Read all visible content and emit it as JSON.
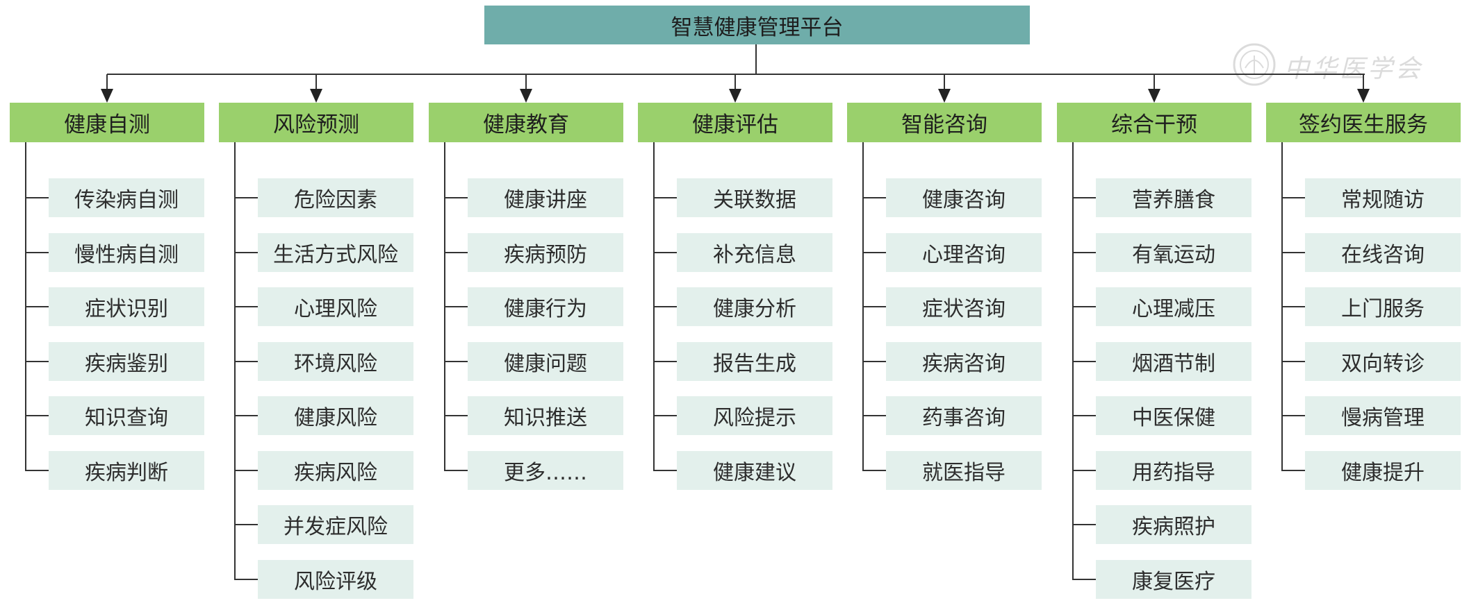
{
  "root": {
    "label": "智慧健康管理平台"
  },
  "categories": [
    {
      "label": "健康自测",
      "items": [
        "传染病自测",
        "慢性病自测",
        "症状识别",
        "疾病鉴别",
        "知识查询",
        "疾病判断"
      ]
    },
    {
      "label": "风险预测",
      "items": [
        "危险因素",
        "生活方式风险",
        "心理风险",
        "环境风险",
        "健康风险",
        "疾病风险",
        "并发症风险",
        "风险评级"
      ]
    },
    {
      "label": "健康教育",
      "items": [
        "健康讲座",
        "疾病预防",
        "健康行为",
        "健康问题",
        "知识推送",
        "更多……"
      ]
    },
    {
      "label": "健康评估",
      "items": [
        "关联数据",
        "补充信息",
        "健康分析",
        "报告生成",
        "风险提示",
        "健康建议"
      ]
    },
    {
      "label": "智能咨询",
      "items": [
        "健康咨询",
        "心理咨询",
        "症状咨询",
        "疾病咨询",
        "药事咨询",
        "就医指导"
      ]
    },
    {
      "label": "综合干预",
      "items": [
        "营养膳食",
        "有氧运动",
        "心理减压",
        "烟酒节制",
        "中医保健",
        "用药指导",
        "疾病照护",
        "康复医疗"
      ]
    },
    {
      "label": "签约医生服务",
      "items": [
        "常规随访",
        "在线咨询",
        "上门服务",
        "双向转诊",
        "慢病管理",
        "健康提升"
      ]
    }
  ],
  "watermark": {
    "text": "中华医学会"
  }
}
